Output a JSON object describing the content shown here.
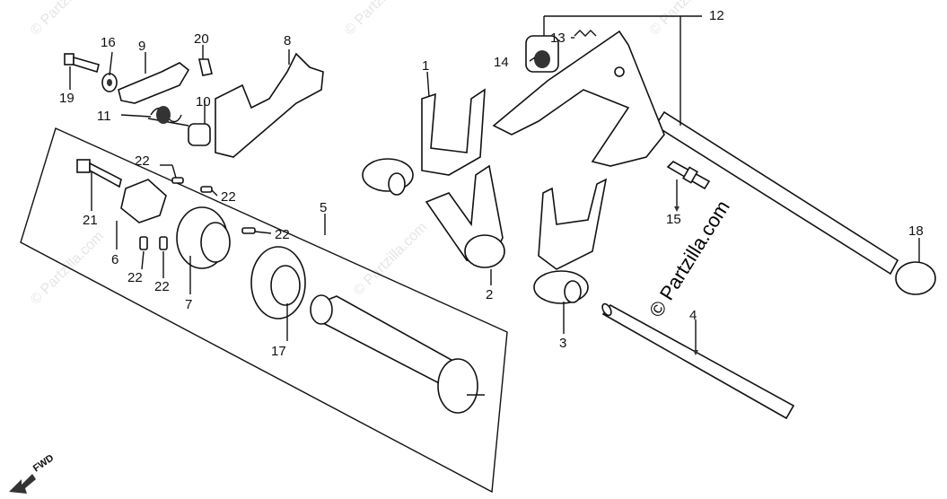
{
  "labels": {
    "p1": "1",
    "p2": "2",
    "p3": "3",
    "p4": "4",
    "p5": "5",
    "p6": "6",
    "p7": "7",
    "p8": "8",
    "p9": "9",
    "p10": "10",
    "p11": "11",
    "p12": "12",
    "p13": "13",
    "p14": "14",
    "p15": "15",
    "p16": "16",
    "p17": "17",
    "p18": "18",
    "p19": "19",
    "p20": "20",
    "p21": "21",
    "p22a": "22",
    "p22b": "22",
    "p22c": "22",
    "p22d": "22",
    "p22e": "22"
  },
  "watermark": {
    "main": "© Partzilla.com",
    "soft": "© Partzilla.com"
  },
  "fwd": "FWD"
}
